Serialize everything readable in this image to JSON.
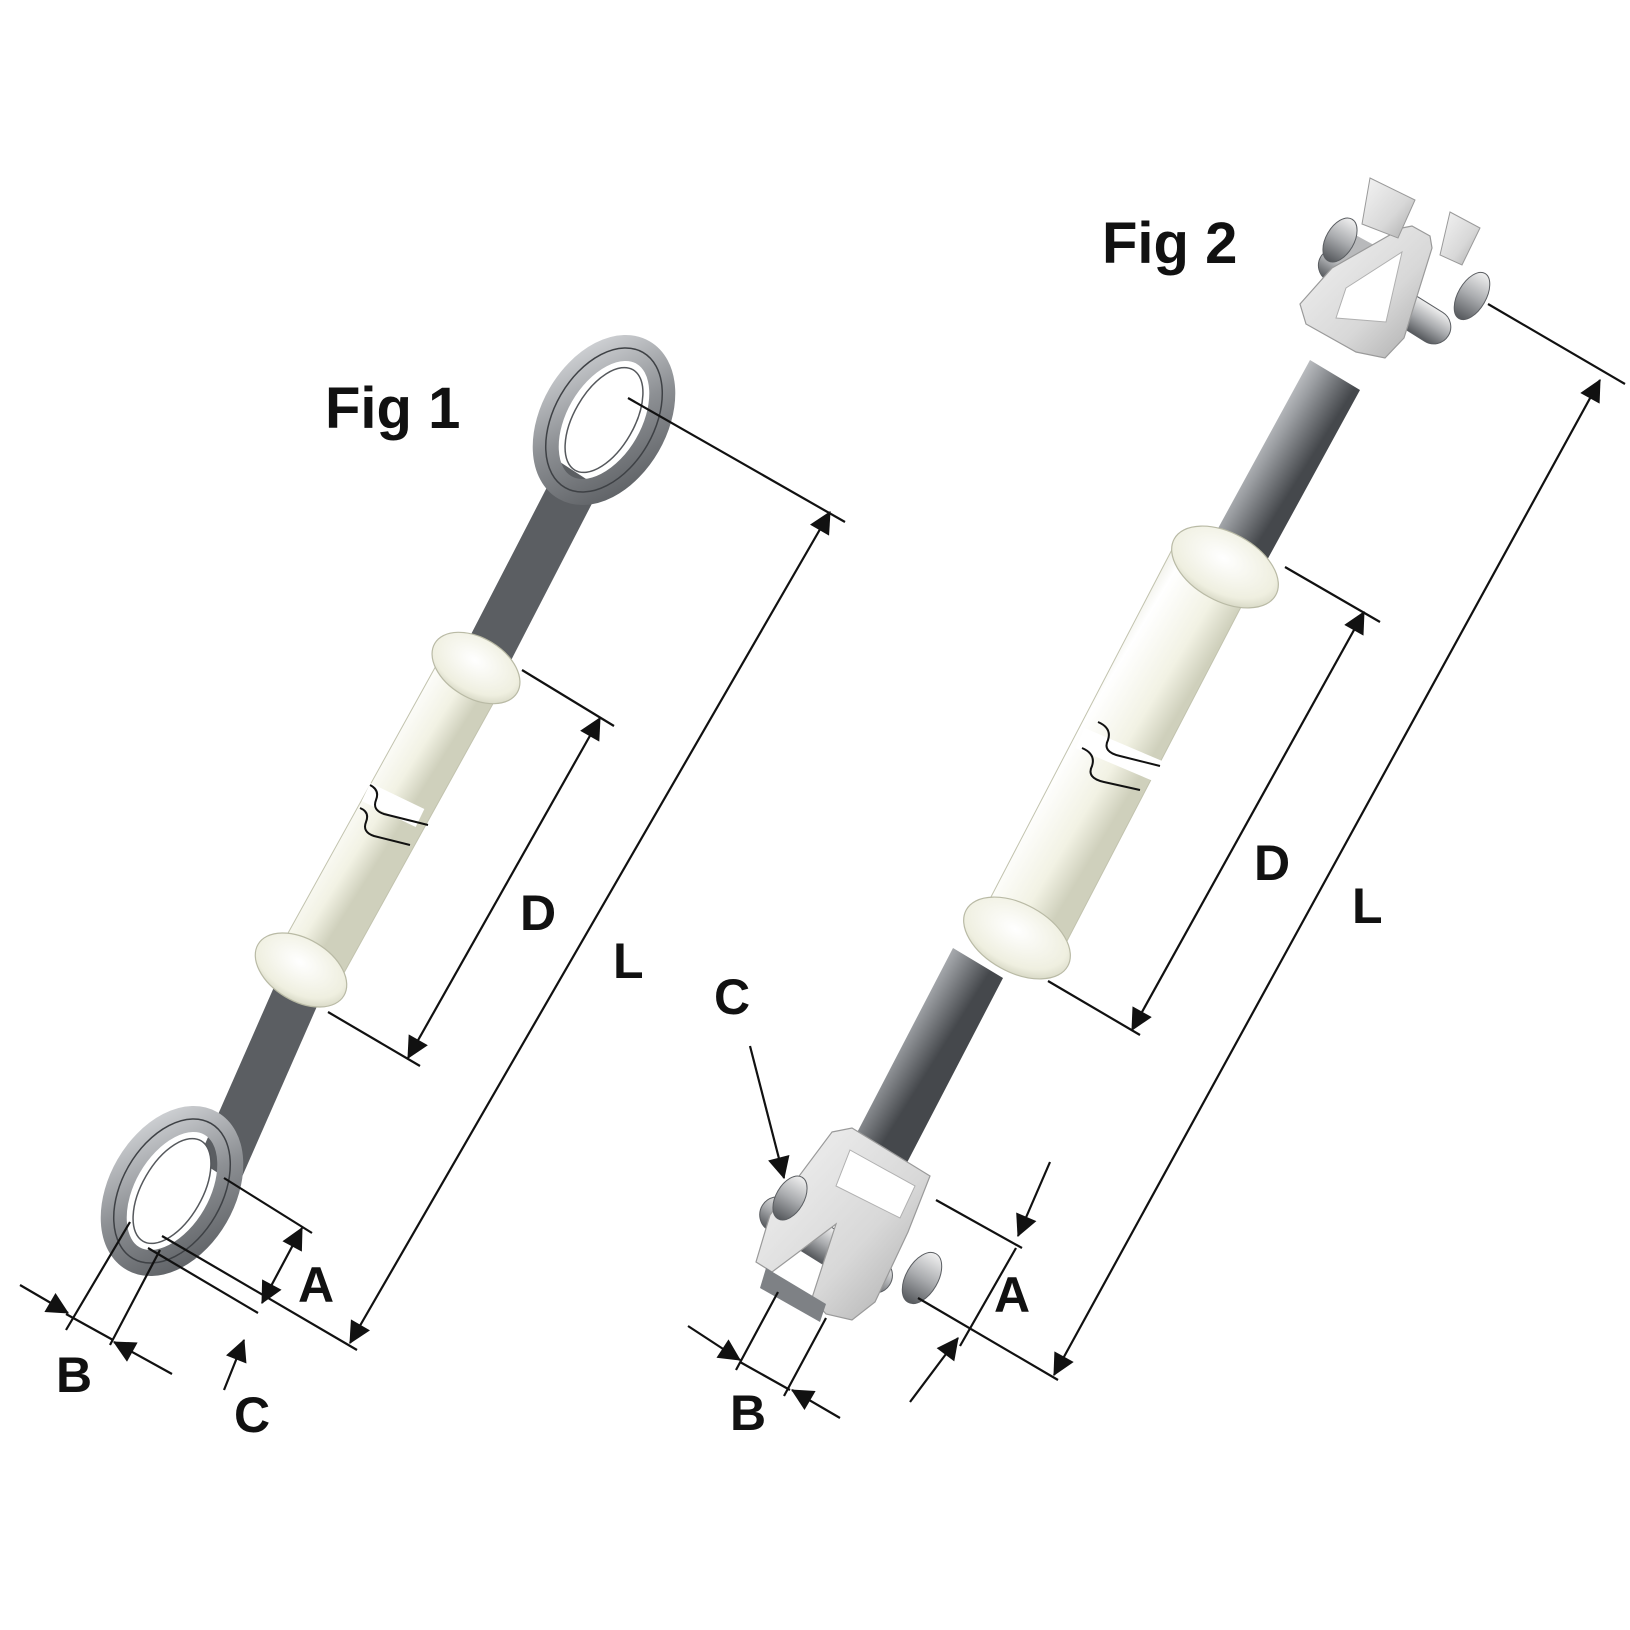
{
  "figures": [
    {
      "title": "Fig 1",
      "end_fitting": "oval-eye",
      "labels": {
        "A": "A",
        "B": "B",
        "C": "C",
        "D": "D",
        "L": "L"
      }
    },
    {
      "title": "Fig 2",
      "end_fitting": "clevis-with-pin",
      "labels": {
        "A": "A",
        "B": "B",
        "C": "C",
        "D": "D",
        "L": "L"
      }
    }
  ],
  "colors": {
    "metal": "#8c8f93",
    "insulator": "#eeeedd",
    "clevis": "#d8d8d8",
    "line": "#111111",
    "background": "#ffffff"
  }
}
